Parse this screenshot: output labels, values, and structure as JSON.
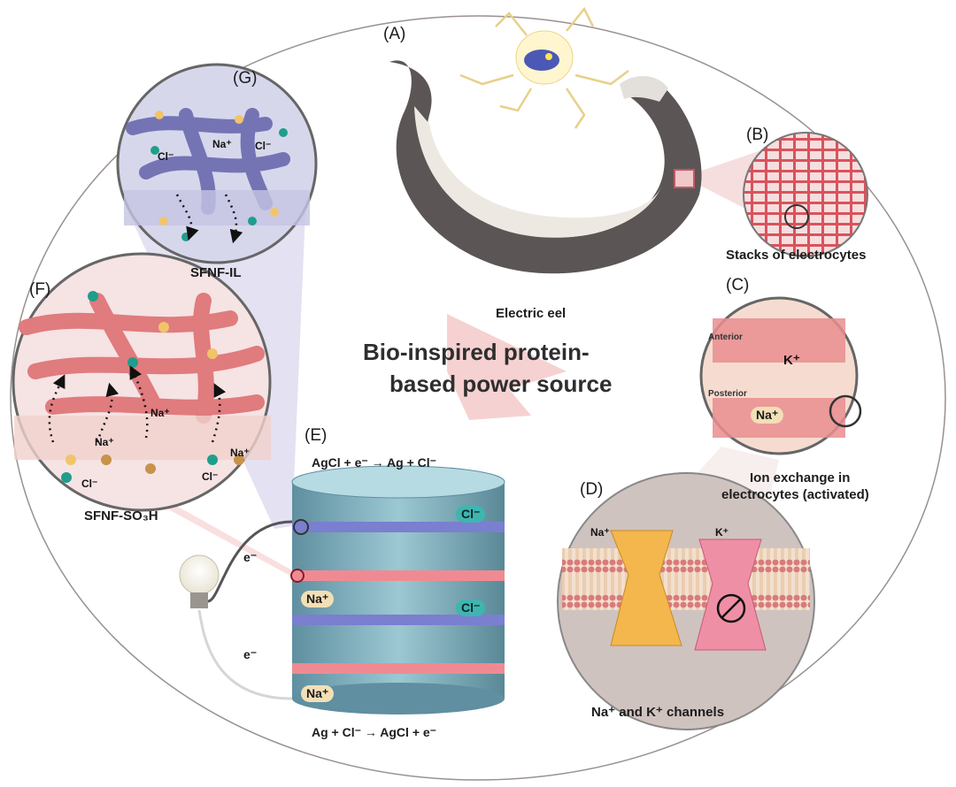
{
  "panels": {
    "A": {
      "letter": "(A)",
      "caption": "Electric eel"
    },
    "B": {
      "letter": "(B)",
      "caption": "Stacks of electrocytes"
    },
    "C": {
      "letter": "(C)",
      "caption_line1": "Ion exchange in",
      "caption_line2": "electrocytes (activated)",
      "anterior": "Anterior",
      "posterior": "Posterior",
      "k_ion": "K⁺",
      "na_ion": "Na⁺"
    },
    "D": {
      "letter": "(D)",
      "caption": "Na⁺ and K⁺ channels",
      "na_ion": "Na⁺",
      "k_ion": "K⁺"
    },
    "E": {
      "letter": "(E)",
      "eq_top": "AgCl + e⁻ → Ag + Cl⁻",
      "eq_bottom": "Ag + Cl⁻ → AgCl + e⁻",
      "cl_tag": "Cl⁻",
      "na_tag": "Na⁺",
      "electron": "e⁻"
    },
    "F": {
      "letter": "(F)",
      "caption": "SFNF-SO₃H",
      "na_ion": "Na⁺",
      "cl_ion": "Cl⁻"
    },
    "G": {
      "letter": "(G)",
      "caption": "SFNF-IL",
      "na_ion": "Na⁺",
      "cl_ion": "Cl⁻"
    }
  },
  "center": {
    "title_line1": "Bio-inspired  protein-",
    "title_line2": "based power source"
  },
  "colors": {
    "fiber_pink": "#e07b7e",
    "fiber_purple": "#6f6fb3",
    "na_ball": "#f2c46a",
    "cl_ball": "#1f9e8c",
    "eel_body": "#5c5555",
    "arrow_fill": "#f4c9c9",
    "cylinder_teal": "#7fb6c4",
    "band_pink": "#f08a92",
    "band_purple": "#7b7fcf"
  },
  "icons": [
    "eel-illustration",
    "lightning-icon",
    "light-bulb-icon",
    "blocked-channel-icon"
  ]
}
